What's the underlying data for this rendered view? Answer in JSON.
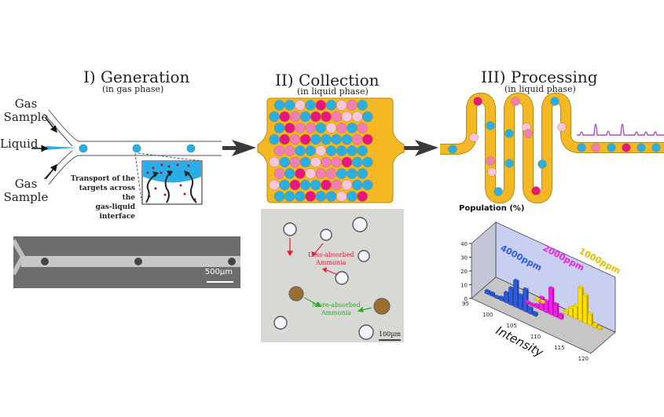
{
  "stages": [
    {
      "title": "I) Generation",
      "subtitle": "(in gas phase)"
    },
    {
      "title": "II) Collection",
      "subtitle": "(in liquid phase)"
    },
    {
      "title": "III) Processing",
      "subtitle": "(in liquid phase)"
    }
  ],
  "generation": {
    "inlet_top": "Gas Sample",
    "inlet_mid": "Liquid",
    "inlet_bottom": "Gas Sample",
    "transport_text": [
      "Transport of the",
      "targets across the",
      "gas-liquid interface"
    ],
    "micrograph_scale": "500µm"
  },
  "collection": {
    "micrograph_scale": "100µm",
    "less_absorbed": [
      "Less-absorbed",
      "Ammonia"
    ],
    "more_absorbed": [
      "More-absorbed",
      "Ammonia"
    ]
  },
  "colors": {
    "channel_yellow": "#f4b824",
    "droplet_blue": "#29aee8",
    "droplet_magenta": "#e8177e",
    "droplet_pink": "#ef7fb6",
    "droplet_lightpink": "#f8c6dd",
    "signal_purple": "#b347c9",
    "less_absorbed_red": "#d8203a",
    "more_absorbed_green": "#35a82e"
  },
  "chart_data": {
    "type": "bar",
    "title": "",
    "ylabel": "Population (%)",
    "xlabel": "Intensity",
    "ylim": [
      0,
      40
    ],
    "yticks": [
      "0",
      "10",
      "20",
      "30",
      "40"
    ],
    "xticks": [
      "95",
      "100",
      "105",
      "110",
      "115",
      "120"
    ],
    "xlim": [
      95,
      120
    ],
    "series": [
      {
        "name": "4000ppm",
        "color": "#2f5be0",
        "x": [
          96,
          97,
          98,
          99,
          100,
          101,
          102,
          103,
          104,
          105,
          106
        ],
        "values": [
          2,
          2,
          1,
          2,
          7,
          12,
          19,
          10,
          16,
          4,
          2
        ]
      },
      {
        "name": "2000ppm",
        "color": "#f020e8",
        "x": [
          103,
          104,
          105,
          106,
          107,
          108,
          109,
          110
        ],
        "values": [
          1,
          1,
          2,
          9,
          8,
          19,
          9,
          3
        ]
      },
      {
        "name": "1000ppm",
        "color": "#ffe000",
        "x": [
          104,
          105,
          110,
          111,
          112,
          113,
          114,
          115,
          116,
          117
        ],
        "values": [
          1,
          1,
          2,
          6,
          9,
          24,
          20,
          8,
          2,
          1
        ]
      }
    ],
    "grid": false,
    "legend": "labels on bars"
  }
}
